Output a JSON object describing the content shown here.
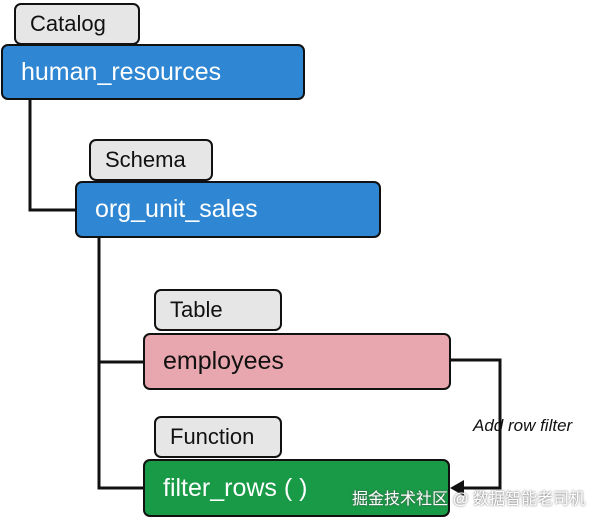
{
  "catalog": {
    "tag": "Catalog",
    "name": "human_resources"
  },
  "schema": {
    "tag": "Schema",
    "name": "org_unit_sales"
  },
  "table": {
    "tag": "Table",
    "name": "employees"
  },
  "function": {
    "tag": "Function",
    "name": "filter_rows ( )"
  },
  "annotation": "Add row filter",
  "watermark": "掘金技术社区 @ 数据智能老司机",
  "colors": {
    "catalog": "#2f86d3",
    "schema": "#2f86d3",
    "table": "#e8a6ae",
    "function": "#189a46",
    "tag": "#e6e6e6"
  }
}
